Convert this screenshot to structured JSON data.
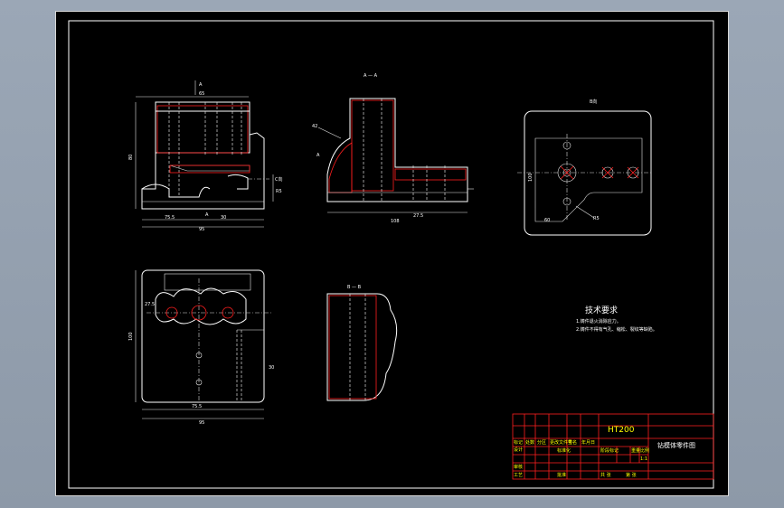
{
  "views": {
    "front_label": "A",
    "section_aa_label": "A — A",
    "section_bb_label": "B — B",
    "aux_view_label": "B向",
    "c_label": "C向"
  },
  "tech_requirements": {
    "title": "技术要求",
    "line1": "1.铸件退火消除应力。",
    "line2": "2.铸件不得有气孔、缩松、裂纹等缺陷。"
  },
  "title_block": {
    "material": "HT200",
    "part_name": "钻模体零件图",
    "rows": [
      "标记",
      "设计",
      "审核",
      "工艺"
    ],
    "cols": [
      "处数",
      "分区",
      "更改文件号",
      "签名",
      "年月日"
    ],
    "labels": {
      "standard": "标准化",
      "stage": "阶段标记",
      "weight": "重量",
      "scale": "比例",
      "sheets": "共 张",
      "sheet": "第 张",
      "approve": "批准",
      "scale_val": "1:1"
    }
  },
  "dimensions": {
    "d1": "65",
    "d2": "80",
    "d3": "30",
    "d4": "95",
    "d5": "75.5",
    "d6": "108",
    "d7": "100",
    "d8": "60",
    "d9": "27.5",
    "d10": "42",
    "d11": "R5"
  }
}
